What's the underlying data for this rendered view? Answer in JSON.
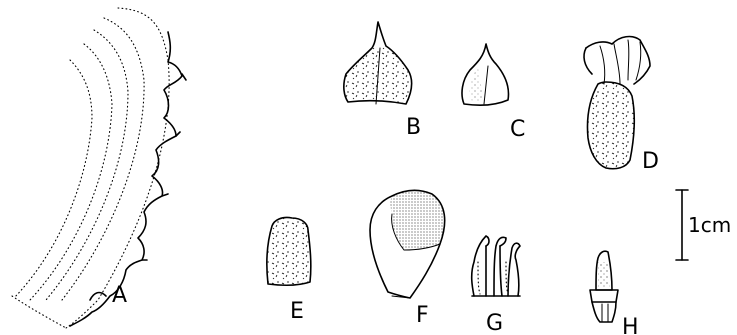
{
  "figure": {
    "panels": [
      {
        "id": "A",
        "label": "A"
      },
      {
        "id": "B",
        "label": "B"
      },
      {
        "id": "C",
        "label": "C"
      },
      {
        "id": "D",
        "label": "D"
      },
      {
        "id": "E",
        "label": "E"
      },
      {
        "id": "F",
        "label": "F"
      },
      {
        "id": "G",
        "label": "G"
      },
      {
        "id": "H",
        "label": "H"
      }
    ],
    "scale_bar": {
      "label": "1cm"
    }
  }
}
